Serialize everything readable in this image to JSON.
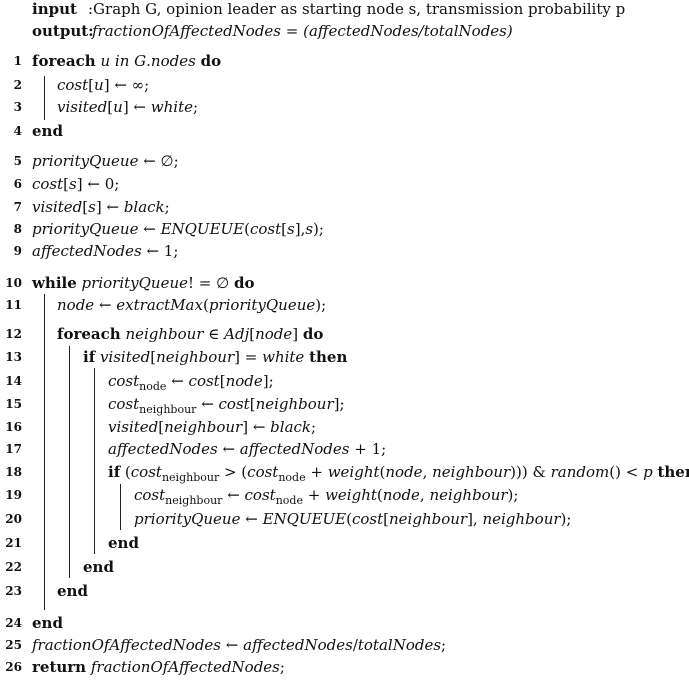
{
  "header": {
    "input_keyword": "input",
    "input_text": ":Graph G, opinion leader as starting node s, transmission probability p",
    "output_keyword": "output:",
    "output_text": "fractionOfAffectedNodes = (affectedNodes/totalNodes)"
  },
  "lines": [
    {
      "num": "1",
      "text": "foreach u in G.nodes do"
    },
    {
      "num": "2",
      "text": "cost[u] ← ∞;"
    },
    {
      "num": "3",
      "text": "visited[u] ← white;"
    },
    {
      "num": "4",
      "text": "end"
    },
    {
      "num": "5",
      "text": "priorityQueue ← ∅;"
    },
    {
      "num": "6",
      "text": "cost[s] ← 0;"
    },
    {
      "num": "7",
      "text": "visited[s] ← black;"
    },
    {
      "num": "8",
      "text": "priorityQueue ← ENQUEUE(cost[s],s);"
    },
    {
      "num": "9",
      "text": "affectedNodes ← 1;"
    },
    {
      "num": "10",
      "text": "while priorityQueue! = ∅ do"
    },
    {
      "num": "11",
      "text": "node ← extractMax(priorityQueue);"
    },
    {
      "num": "12",
      "text": "foreach neighbour ∈ Adj[node] do"
    },
    {
      "num": "13",
      "text": "if visited[neighbour] = white then"
    },
    {
      "num": "14",
      "text": "cost_node ← cost[node];"
    },
    {
      "num": "15",
      "text": "cost_neighbour ← cost[neighbour];"
    },
    {
      "num": "16",
      "text": "visited[neighbour] ← black;"
    },
    {
      "num": "17",
      "text": "affectedNodes ← affectedNodes + 1;"
    },
    {
      "num": "18",
      "text": "if (cost_neighbour > (cost_node + weight(node, neighbour))) & random() < p then"
    },
    {
      "num": "19",
      "text": "cost_neighbour ← cost_node + weight(node, neighbour);"
    },
    {
      "num": "20",
      "text": "priorityQueue ← ENQUEUE(cost[neighbour], neighbour);"
    },
    {
      "num": "21",
      "text": "end"
    },
    {
      "num": "22",
      "text": "end"
    },
    {
      "num": "23",
      "text": "end"
    },
    {
      "num": "24",
      "text": "end"
    },
    {
      "num": "25",
      "text": "fractionOfAffectedNodes ← affectedNodes/totalNodes;"
    },
    {
      "num": "26",
      "text": "return fractionOfAffectedNodes;"
    }
  ]
}
